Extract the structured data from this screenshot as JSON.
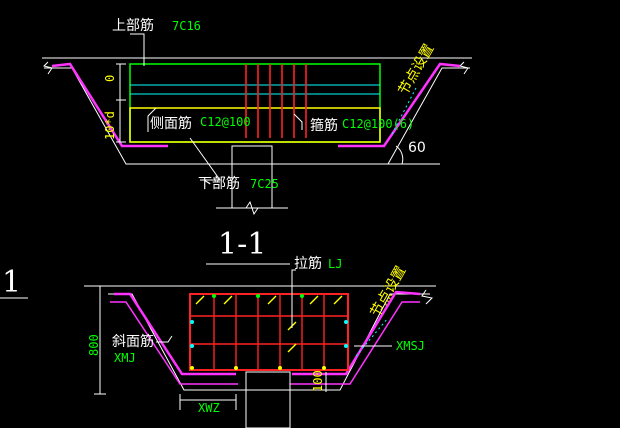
{
  "colors": {
    "background": "#000000",
    "outline": "#ffffff",
    "slab": "#ff33ff",
    "top_rebar": "#00ff00",
    "side_rebar": "#00ffff",
    "bottom_rebar": "#ffff00",
    "stirrup": "#ff2222",
    "label_white": "#ffffff",
    "label_green": "#00ff00",
    "label_yellow": "#ffff00",
    "label_cyan": "#00ffff",
    "marker_diag": "#ffff00"
  },
  "upper_section": {
    "top_bar_label": "上部筋",
    "top_bar_spec": "7C16",
    "side_bar_label": "侧面筋",
    "side_bar_spec": "C12@100",
    "stirrup_label": "箍筋",
    "stirrup_spec": "C12@100(6)",
    "bottom_bar_label": "下部筋",
    "bottom_bar_spec": "7C25",
    "node_label": "节点设置",
    "angle_label": "60",
    "dim_top": "0",
    "dim_side": "10*d"
  },
  "section_title": "1-1",
  "left_marker": "1",
  "lower_section": {
    "tie_label": "拉筋",
    "tie_spec": "LJ",
    "slope_label": "斜面筋",
    "slope_spec": "XMJ",
    "node_label": "节点设置",
    "right_spec": "XMSJ",
    "bottom_spec": "XWZ",
    "dim_height": "800",
    "dim_bottom": "100"
  }
}
